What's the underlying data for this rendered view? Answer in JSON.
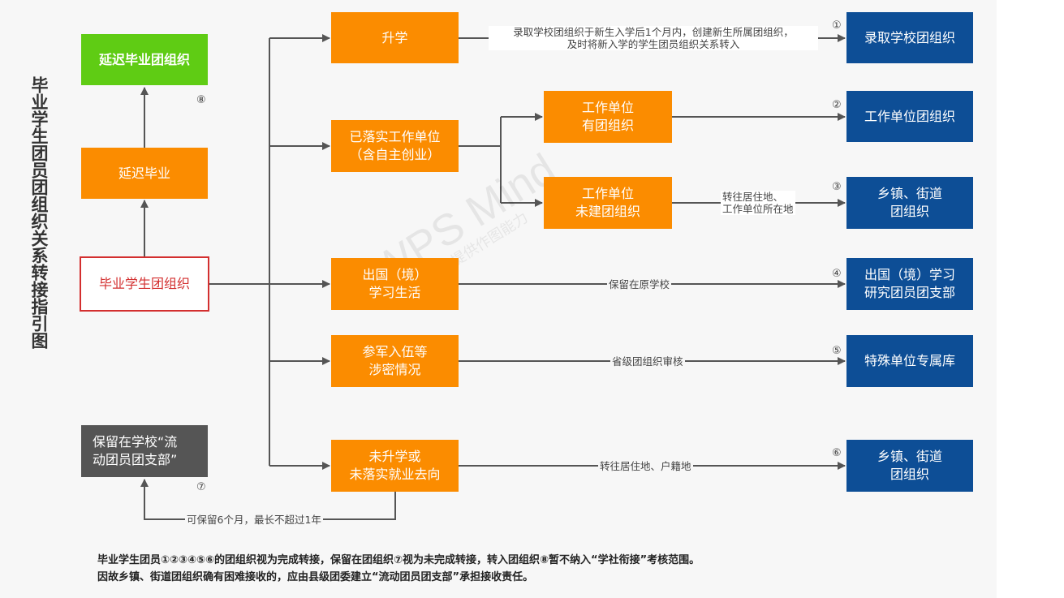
{
  "title": "毕业学生团员团组织关系转接指引图",
  "watermark": {
    "main": "WPS Mind",
    "sub": "WPS仅提供作图能力"
  },
  "nodes": {
    "root": "毕业学生团组织",
    "delay": "延迟毕业",
    "delay_org": "延迟毕业团组织",
    "retain": "保留在学校“流\n动团员团支部”",
    "further_study": "升学",
    "employed": "已落实工作单位\n（含自主创业）",
    "unit_has_org": "工作单位\n有团组织",
    "unit_no_org": "工作单位\n未建团组织",
    "abroad": "出国（境）\n学习生活",
    "military": "参军入伍等\n涉密情况",
    "unplaced": "未升学或\n未落实就业去向",
    "target_school": "录取学校团组织",
    "target_unit": "工作单位团组织",
    "target_street_1": "乡镇、街道\n团组织",
    "target_abroad": "出国（境）学习\n研究团员团支部",
    "target_special": "特殊单位专属库",
    "target_street_2": "乡镇、街道\n团组织"
  },
  "edge_labels": {
    "further_study": "录取学校团组织于新生入学后1个月内，创建新生所属团组织，\n及时将新入学的学生团员组织关系转入",
    "unit_no_org": "转往居住地、\n工作单位所在地",
    "abroad": "保留在原学校",
    "military": "省级团组织审核",
    "unplaced": "转往居住地、户籍地",
    "retain": "可保留6个月，最长不超过1年"
  },
  "markers": {
    "m1": "①",
    "m2": "②",
    "m3": "③",
    "m4": "④",
    "m5": "⑤",
    "m6": "⑥",
    "m7": "⑦",
    "m8": "⑧"
  },
  "footnote": {
    "line1": "毕业学生团员①②③④⑤⑥的团组织视为完成转接，保留在团组织⑦视为未完成转接，转入团组织⑧暂不纳入“学社衔接”考核范围。",
    "line2": "因故乡镇、街道团组织确有困难接收的，应由县级团委建立“流动团员团支部”承担接收责任。"
  },
  "colors": {
    "orange": "#fb8c00",
    "blue": "#0d4e96",
    "green": "#5fcc14",
    "gray": "#555555",
    "root_border": "#d32f2f",
    "connector": "#555555"
  }
}
